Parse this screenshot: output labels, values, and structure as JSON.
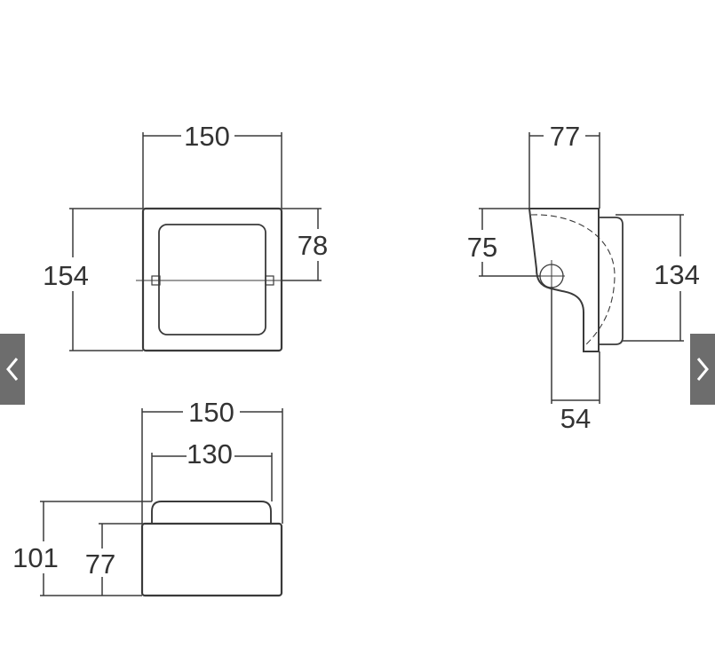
{
  "colors": {
    "line": "#3a3a3a",
    "text": "#333333",
    "nav_bg": "#6d6d6d",
    "nav_icon": "#ffffff"
  },
  "icons": {
    "prev": "chevron-left-icon",
    "next": "chevron-right-icon"
  },
  "front_view": {
    "width": "150",
    "height": "154",
    "axis_height": "78"
  },
  "side_view": {
    "depth_top": "77",
    "axis_height": "75",
    "height": "134",
    "depth_bottom": "54"
  },
  "top_view": {
    "outer_width": "150",
    "inner_width": "130",
    "total_height": "101",
    "body_height": "77"
  }
}
